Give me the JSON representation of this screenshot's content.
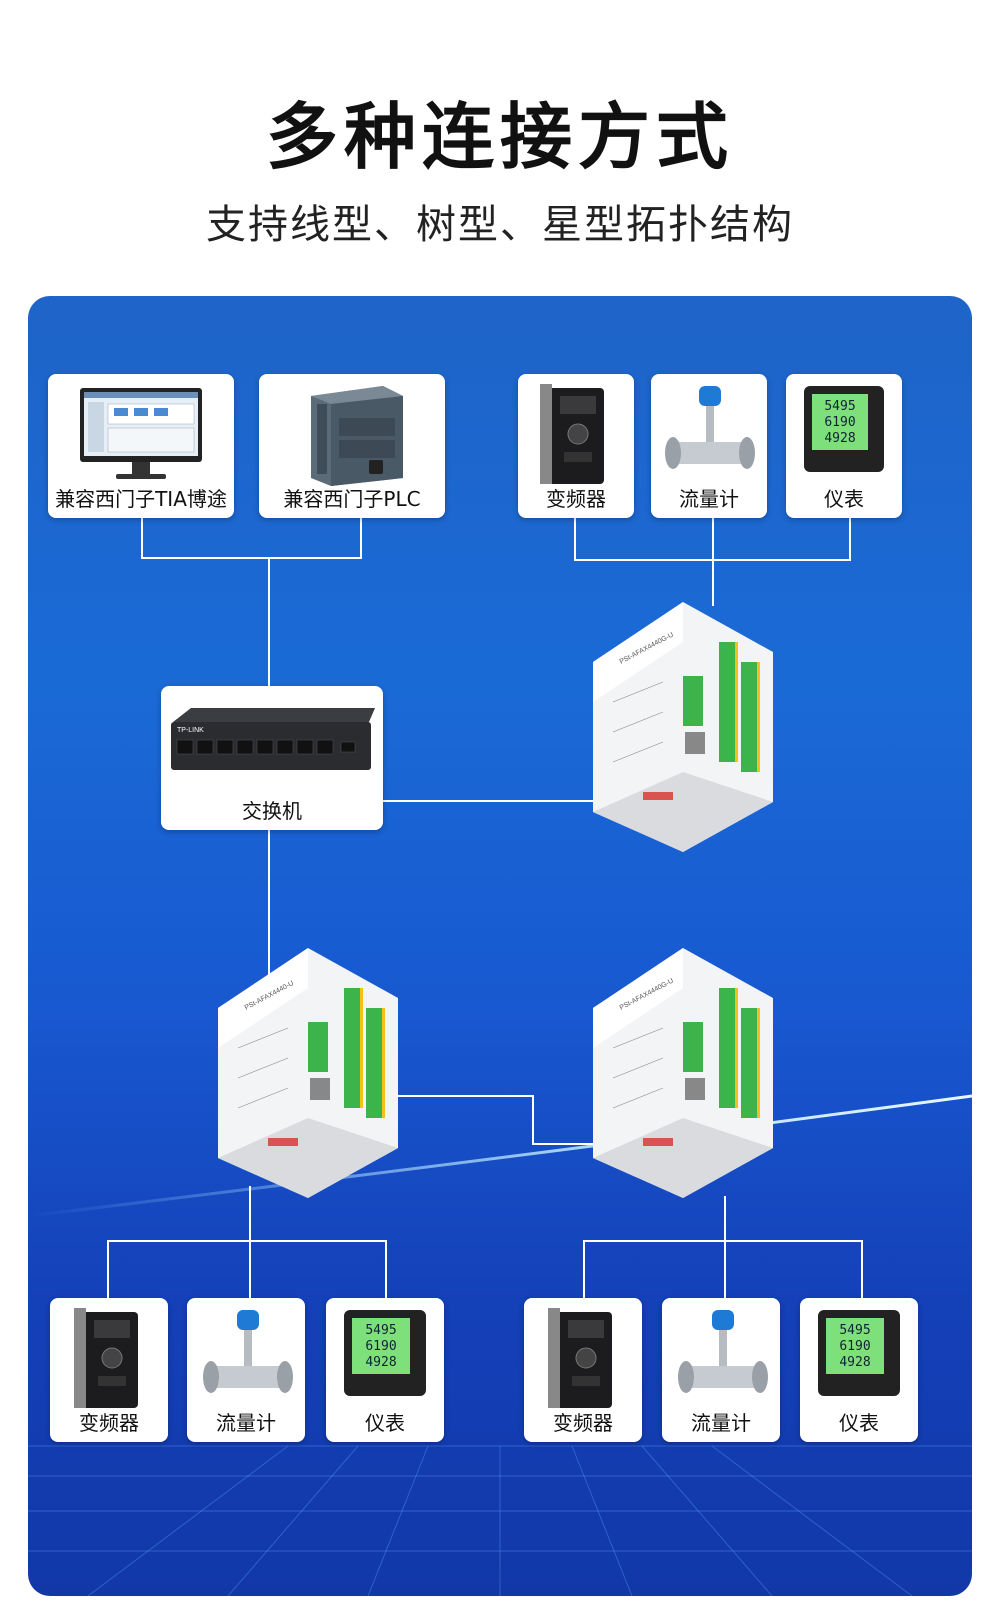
{
  "header": {
    "title": "多种连接方式",
    "subtitle": "支持线型、树型、星型拓扑结构"
  },
  "nodes": {
    "tia": {
      "label": "兼容西门子TIA博途"
    },
    "plc": {
      "label": "兼容西门子PLC"
    },
    "switch": {
      "label": "交换机",
      "brand": "TP-LINK"
    },
    "top_devices": [
      {
        "label": "变频器"
      },
      {
        "label": "流量计"
      },
      {
        "label": "仪表"
      }
    ],
    "bottom_left_devices": [
      {
        "label": "变频器"
      },
      {
        "label": "流量计"
      },
      {
        "label": "仪表"
      }
    ],
    "bottom_right_devices": [
      {
        "label": "变频器"
      },
      {
        "label": "流量计"
      },
      {
        "label": "仪表"
      }
    ],
    "modules": [
      {
        "model": "PSt-AFAX4440G-U"
      },
      {
        "model": "PSt-AFAX4440-U"
      },
      {
        "model": "PSt-AFAX4440G-U"
      }
    ],
    "meter_readings": [
      "5495",
      "6190",
      "4928"
    ]
  },
  "colors": {
    "panel_top": "#1f64c8",
    "panel_bottom": "#1238a8",
    "wire": "#ffffff",
    "terminal_green": "#3cb44b",
    "terminal_yellow": "#f2c21b"
  }
}
